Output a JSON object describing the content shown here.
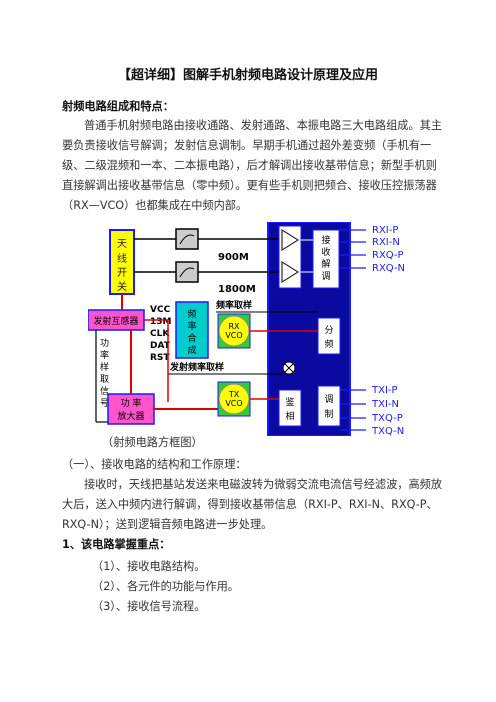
{
  "title": "【超详细】图解手机射频电路设计原理及应用",
  "section_heading": "射频电路组成和特点：",
  "intro_paragraph": "普通手机射频电路由接收通路、发射通路、本振电路三大电路组成。其主要负责接收信号解调；发射信息调制。早期手机通过超外差变频（手机有一级、二级混频和一本、二本振电路），后才解调出接收基带信息；新型手机则直接解调出接收基带信息（零中频）。更有些手机则把频合、接收压控振荡器（RX—VCO）也都集成在中频内部。",
  "diagram": {
    "antenna_switch": "天线开关",
    "band_900": "900M",
    "band_1800": "1800M",
    "tx_coupler": "发射互感器",
    "power_sample_vertical": "功率样取信号",
    "synth_inputs": [
      "VCC",
      "13M",
      "CLK",
      "DAT",
      "RST"
    ],
    "synthesizer": "频率合成",
    "freq_sample": "频率取样",
    "rx_vco": "RX VCO",
    "tx_freq_sample": "发射频率取样",
    "tx_vco": "TX VCO",
    "power_amp": "功率放大器",
    "demodulator": "接收解调",
    "divider": "分频",
    "phase_detector": "鉴相",
    "modulator": "调制",
    "rx_outputs": [
      "RXI-P",
      "RXI-N",
      "RXQ-P",
      "RXQ-N"
    ],
    "tx_inputs": [
      "TXI-P",
      "TXI-N",
      "TXQ-P",
      "TXQ-N"
    ]
  },
  "caption": "（射频电路方框图）",
  "subsection_heading": "（一）、接收电路的结构和工作原理：",
  "receive_paragraph": "接收时，天线把基站发送来电磁波转为微弱交流电流信号经滤波，高频放大后，送入中频内进行解调，得到接收基带信息（RXI-P、RXI-N、RXQ-P、RXQ-N）；送到逻辑音频电路进一步处理。",
  "key_points_heading": "1、该电路掌握重点：",
  "key_points": [
    "（1）、接收电路结构。",
    "（2）、各元件的功能与作用。",
    "（3）、接收信号流程。"
  ],
  "colors": {
    "blue_block": "#0a0aa0",
    "pink_block": "#ff55cc",
    "cyan_block": "#00cccc",
    "yellow_block": "#ffff00",
    "green_block": "#33cc33",
    "red_line": "#dd0000",
    "outline": "#1a1aff"
  }
}
